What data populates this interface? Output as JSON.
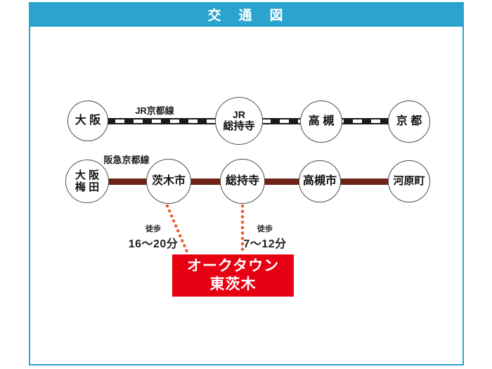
{
  "header": {
    "title": "交　通　図"
  },
  "jr_line": {
    "label": "JR京都線",
    "stations": {
      "osaka": "大 阪",
      "jr_sojiji_top": "JR",
      "jr_sojiji_bottom": "総持寺",
      "takatsuki": "高 槻",
      "kyoto": "京 都"
    }
  },
  "hankyu_line": {
    "label": "阪急京都線",
    "stations": {
      "osaka_umeda_top": "大 阪",
      "osaka_umeda_bottom": "梅 田",
      "ibarakishi": "茨木市",
      "sojiji": "総持寺",
      "takatsukishi": "高槻市",
      "kawaramachi": "河原町"
    }
  },
  "walk_left": {
    "label": "徒歩",
    "time": "16～20分"
  },
  "walk_right": {
    "label": "徒歩",
    "time": "7～12分"
  },
  "destination": {
    "line1": "オークタウン",
    "line2": "東茨木"
  },
  "colors": {
    "header_teal": "#2AA3CE",
    "jr_line_black": "#1A1A1A",
    "hankyu_maroon": "#6E2318",
    "walk_dot_orange": "#E4622A",
    "destination_red": "#E60012"
  }
}
